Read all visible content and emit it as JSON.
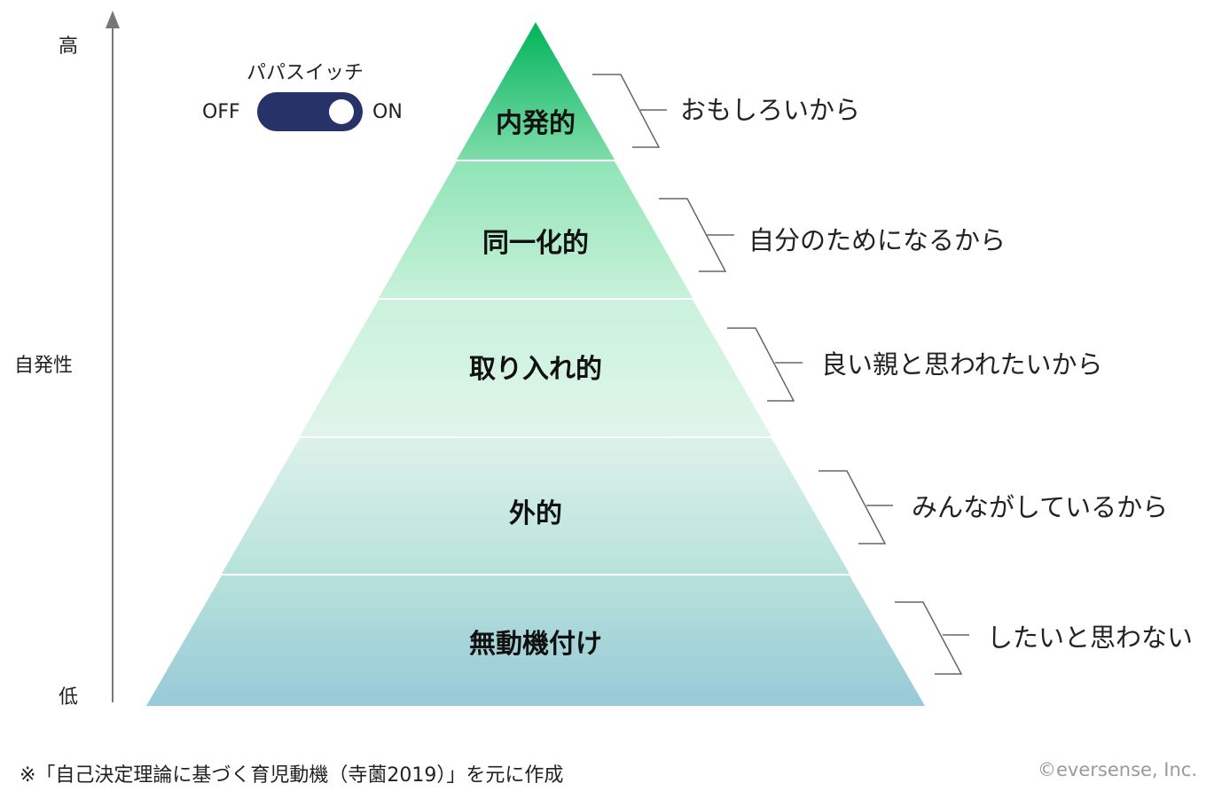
{
  "axis": {
    "high": "高",
    "middle": "自発性",
    "low": "低"
  },
  "switch": {
    "title": "パパスイッチ",
    "off": "OFF",
    "on": "ON",
    "state": "on",
    "track_color": "#273269"
  },
  "layers": [
    {
      "label": "内発的",
      "reason": "おもしろいから",
      "color_top": "#00b45a",
      "color_bottom": "#7fdcaa"
    },
    {
      "label": "同一化的",
      "reason": "自分のためになるから",
      "color_top": "#8fe4b6",
      "color_bottom": "#c8f1da"
    },
    {
      "label": "取り入れ的",
      "reason": "良い親と思われたいから",
      "color_top": "#c9f2dc",
      "color_bottom": "#e0f5ea"
    },
    {
      "label": "外的",
      "reason": "みんながしているから",
      "color_top": "#dcf1ea",
      "color_bottom": "#b8e2dc"
    },
    {
      "label": "無動機付け",
      "reason": "したいと思わない",
      "color_top": "#b7e1db",
      "color_bottom": "#97c9d7"
    }
  ],
  "footnote": "※「自己決定理論に基づく育児動機（寺薗2019）」を元に作成",
  "copyright": "©eversense, Inc."
}
